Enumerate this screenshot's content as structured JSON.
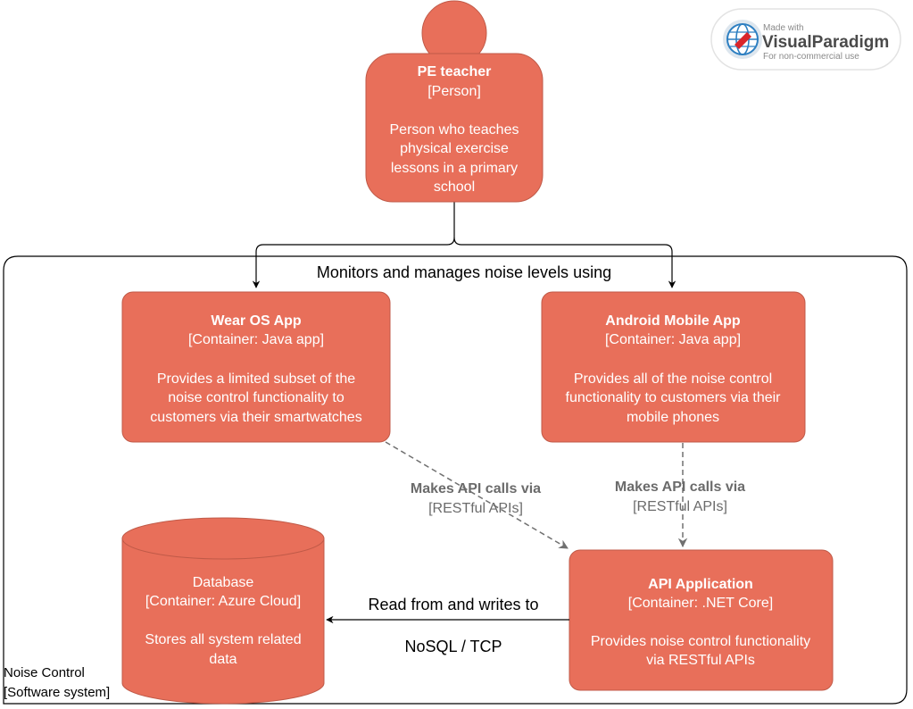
{
  "colors": {
    "node_fill": "#E86F5A",
    "node_stroke": "#C05A48",
    "node_text": "#ffffff",
    "edge_dashed": "#707070",
    "edge_solid": "#000000",
    "boundary_stroke": "#000000",
    "label_gray": "#6b6b6b"
  },
  "person": {
    "title": "PE teacher",
    "type": "[Person]",
    "desc_1": "Person who teaches",
    "desc_2": "physical exercise",
    "desc_3": "lessons in a primary",
    "desc_4": "school"
  },
  "boundary": {
    "name": "Noise Control",
    "type": "[Software system]"
  },
  "wear_app": {
    "title": "Wear OS App",
    "type": "[Container: Java app]",
    "desc_1": "Provides a limited subset of the",
    "desc_2": "noise control functionality to",
    "desc_3": "customers via their smartwatches"
  },
  "android_app": {
    "title": "Android Mobile App",
    "type": "[Container: Java app]",
    "desc_1": "Provides all of the noise control",
    "desc_2": "functionality to customers via their",
    "desc_3": "mobile phones"
  },
  "api_app": {
    "title": "API Application",
    "type": "[Container: .NET Core]",
    "desc_1": "Provides noise control functionality",
    "desc_2": "via RESTful APIs"
  },
  "database": {
    "title": "Database",
    "type": "[Container: Azure Cloud]",
    "desc_1": "Stores all system related",
    "desc_2": "data"
  },
  "edges": {
    "teacher_to_apps": "Monitors and manages noise levels using",
    "wear_to_api_title": "Makes API calls via",
    "wear_to_api_tech": "[RESTful APIs]",
    "android_to_api_title": "Makes API calls via",
    "android_to_api_tech": "[RESTful APIs]",
    "api_to_db_title": "Read from and writes to",
    "api_to_db_tech": "NoSQL / TCP"
  },
  "watermark": {
    "made_with": "Made with",
    "brand_visual": "Visual",
    "brand_paradigm": "Paradigm",
    "note": "For non-commercial use",
    "logo_icon": "globe-icon"
  }
}
